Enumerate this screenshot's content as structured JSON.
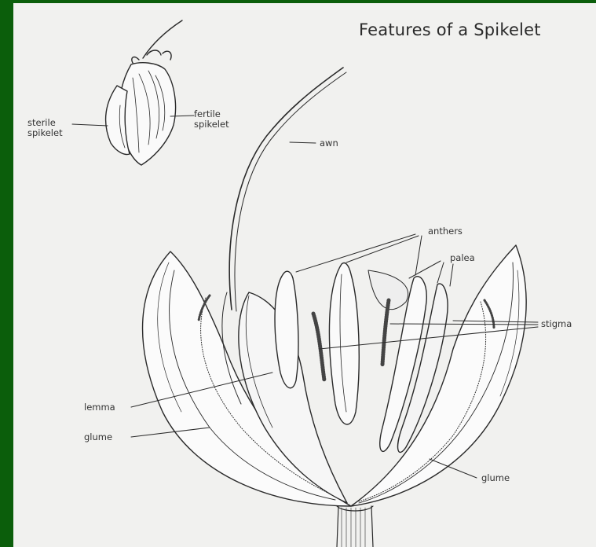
{
  "title": "Features of a Spikelet",
  "labels": {
    "sterile_spikelet": [
      "sterile",
      "spikelet"
    ],
    "fertile_spikelet": [
      "fertile",
      "spikelet"
    ],
    "awn": "awn",
    "anthers": "anthers",
    "palea": "palea",
    "stigma": "stigma",
    "lemma": "lemma",
    "glume_left": "glume",
    "glume_right": "glume"
  },
  "colors": {
    "frame": "#0b5e0b",
    "paper": "#f1f1ef",
    "ink": "#2a2a2a"
  }
}
